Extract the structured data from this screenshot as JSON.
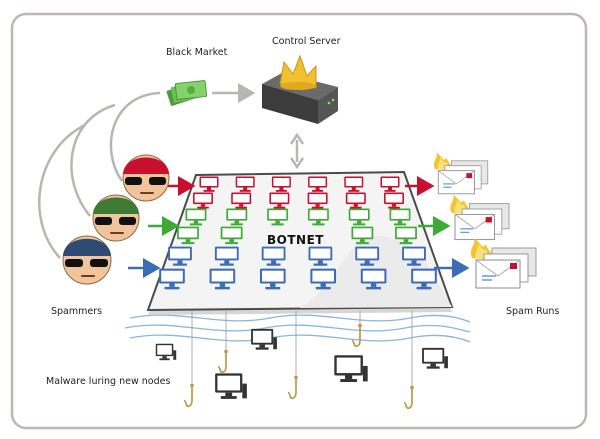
{
  "labels": {
    "black_market": "Black Market",
    "control_server": "Control Server",
    "botnet": "BOTNET",
    "spammers": "Spammers",
    "spam_runs": "Spam Runs",
    "malware": "Malware luring new nodes"
  },
  "colors": {
    "red_row": "#c8102e",
    "green_row": "#3daa35",
    "blue_row": "#3c6bb8",
    "frame": "#bdb7b0",
    "platform": "#f4f4f4"
  },
  "icons": {
    "spammers": [
      "spammer-red-hat-icon",
      "spammer-green-hat-icon",
      "spammer-blue-hat-icon"
    ],
    "money": "money-icon",
    "server": "server-crown-icon",
    "email": "burning-email-icon",
    "hook": "fishhook-icon",
    "monitor": "monitor-icon"
  }
}
